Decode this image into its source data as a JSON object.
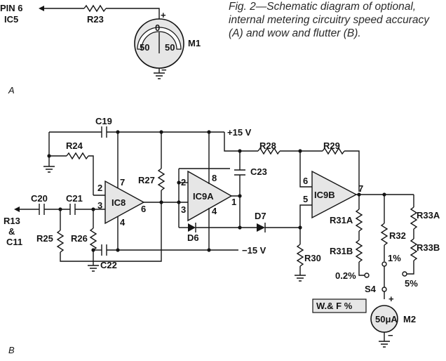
{
  "caption": "Fig. 2—Schematic diagram of optional, internal metering circuitry speed accuracy (A) and wow and flutter (B).",
  "sections": {
    "a": "A",
    "b": "B"
  },
  "labels": {
    "pin6": "PIN 6",
    "ic5": "IC5",
    "r23": "R23",
    "m1": "M1",
    "m1_plus": "+",
    "m1_minus": "−",
    "dial_zero": "0",
    "dial_left": "50",
    "dial_right": "50",
    "c19": "C19",
    "r24": "R24",
    "c20": "C20",
    "c21": "C21",
    "r13": "R13",
    "amp": "&",
    "c11": "C11",
    "r25": "R25",
    "r26": "R26",
    "c22": "C22",
    "ic8": "IC8",
    "ic8_p2": "2",
    "ic8_p3": "3",
    "ic8_p7": "7",
    "ic8_p6": "6",
    "ic8_p4": "4",
    "r27": "R27",
    "plus15": "+15 V",
    "minus15": "−15 V",
    "ic9a": "IC9A",
    "ic9a_p2": "2",
    "ic9a_p3": "3",
    "ic9a_p8": "8",
    "ic9a_p4": "4",
    "ic9a_p1": "1",
    "c23": "C23",
    "d6": "D6",
    "d7": "D7",
    "r28": "R28",
    "r29": "R29",
    "r30": "R30",
    "ic9b": "IC9B",
    "ic9b_p6": "6",
    "ic9b_p5": "5",
    "ic9b_p7": "7",
    "r31a": "R31A",
    "r31b": "R31B",
    "r32": "R32",
    "r33a": "R33A",
    "r33b": "R33B",
    "pos_02": "0.2%",
    "pos_1": "1%",
    "pos_5": "5%",
    "s4": "S4",
    "wf": "W.& F %",
    "m2": "M2",
    "m2_value": "50μA",
    "m2_plus": "+",
    "m2_minus": "−"
  }
}
